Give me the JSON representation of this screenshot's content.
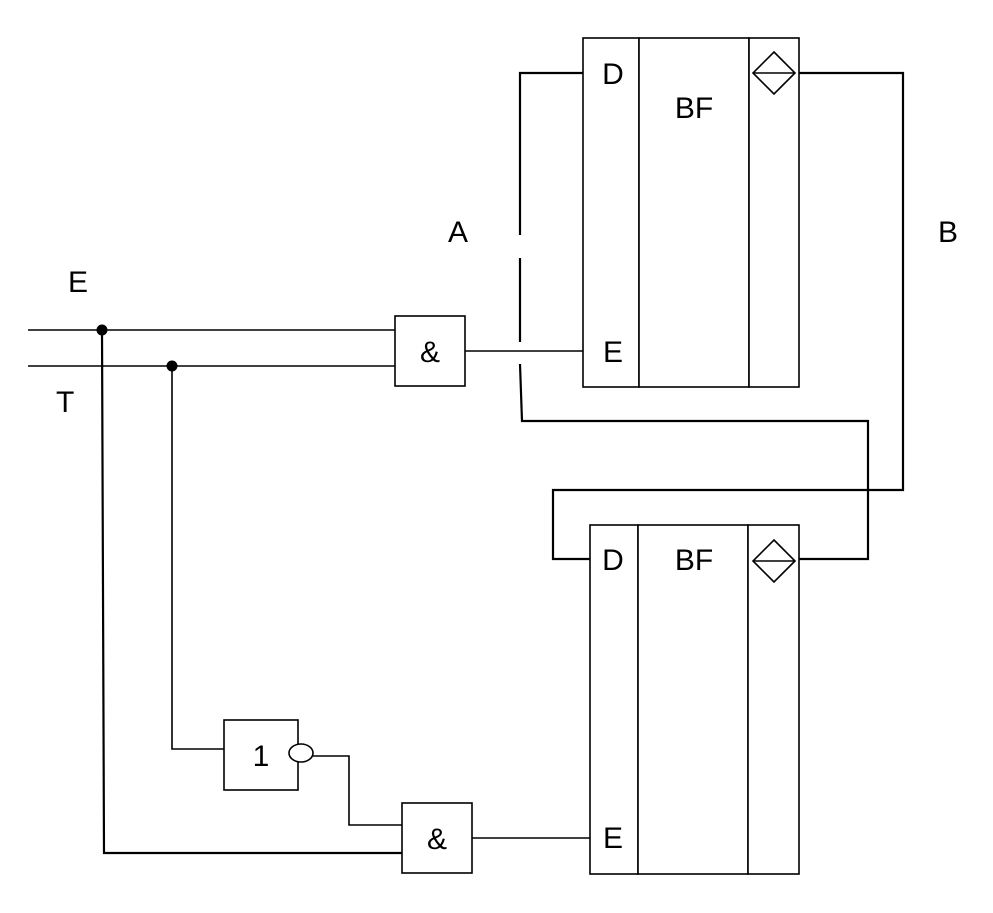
{
  "signals": {
    "e": "E",
    "t": "T",
    "a": "A",
    "b": "B"
  },
  "gates": {
    "and_top": "&",
    "not": "1",
    "and_bottom": "&"
  },
  "registers": {
    "top": {
      "d": "D",
      "name": "BF",
      "e": "E"
    },
    "bottom": {
      "d": "D",
      "name": "BF",
      "e": "E"
    }
  }
}
